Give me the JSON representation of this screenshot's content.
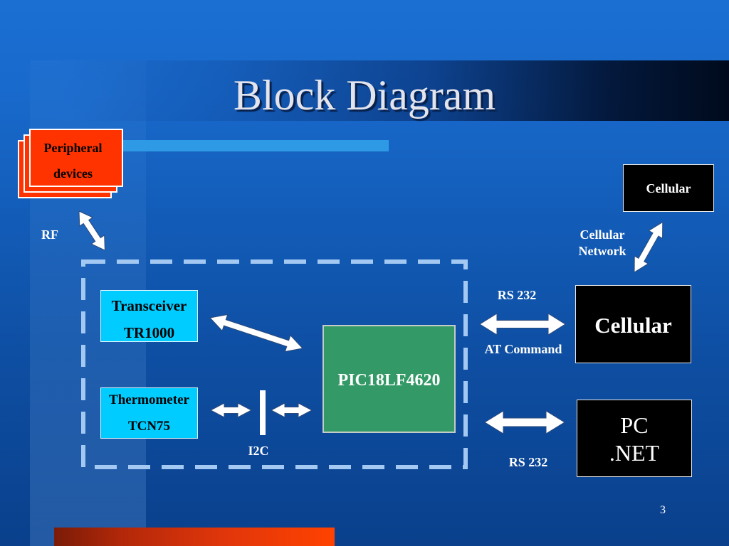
{
  "slide": {
    "title": "Block Diagram",
    "page_number": "3"
  },
  "diagram": {
    "peripheral_devices": {
      "line1": "Peripheral",
      "line2": "devices"
    },
    "rf_label": "RF",
    "transceiver": {
      "line1": "Transceiver",
      "line2": "TR1000"
    },
    "thermometer": {
      "line1": "Thermometer",
      "line2": "TCN75"
    },
    "microcontroller": {
      "label": "PIC18LF4620"
    },
    "i2c_label": "I2C",
    "cellular_remote": {
      "label": "Cellular"
    },
    "cellular_network_label": {
      "line1": "Cellular",
      "line2": "Network"
    },
    "rs232_top_label": "RS 232",
    "at_command_label": "AT Command",
    "cellular_module": {
      "label": "Cellular"
    },
    "pc": {
      "line1": "PC",
      "line2": ".NET"
    },
    "rs232_bottom_label": "RS 232"
  },
  "colors": {
    "slide_background": "#1565c8",
    "title_text": "#e4e4ec",
    "accent_bar": "#2e9ae6",
    "footer_bar": "#ff4200",
    "peripheral_fill": "#ff3300",
    "sensor_fill": "#00ccff",
    "mcu_fill": "#339966",
    "device_fill": "#000000",
    "dashed_boundary": "#a3c8f2",
    "arrow_fill": "#ffffff",
    "label_text": "#ffffff"
  }
}
